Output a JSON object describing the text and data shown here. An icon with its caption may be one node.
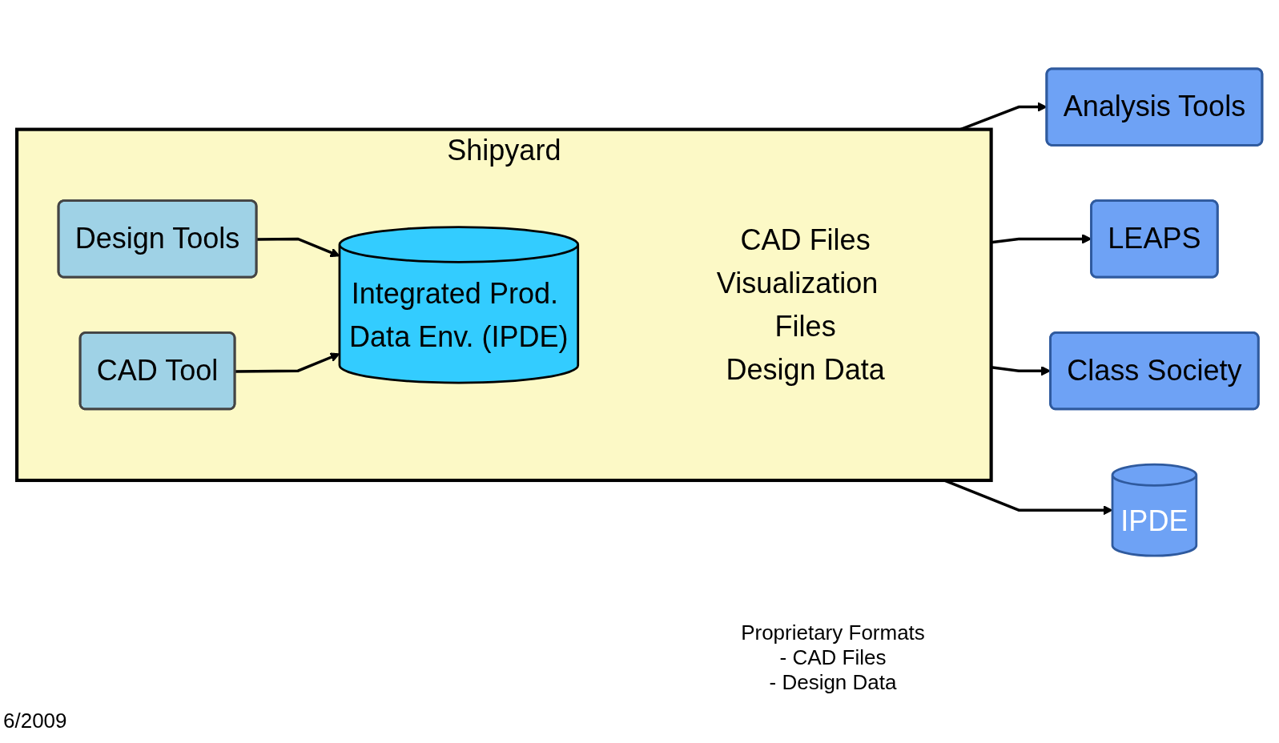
{
  "diagram": {
    "nodes": [
      {
        "text": [
          "Shipyard"
        ]
      },
      {
        "text": [
          "Design Tools"
        ],
        "in": 0
      },
      {
        "text": [
          "CAD Tool"
        ],
        "in": 0
      },
      {
        "text": [
          "Integrated Prod. Data Env. (IPDE)"
        ],
        "in": 0,
        "beside": [
          "CAD Files",
          "Visualization  Files",
          "Design Data"
        ]
      },
      {
        "text": [
          "Analysis Tools"
        ]
      },
      {
        "text": [
          "LEAPS"
        ]
      },
      {
        "text": [
          "Class Society"
        ]
      },
      {
        "text": [
          "IPDE"
        ]
      }
    ],
    "edges": [
      {
        "from": 1,
        "to": 3,
        "arrow": "to"
      },
      {
        "from": 2,
        "to": 3,
        "arrow": "to"
      },
      {
        "from": 0,
        "to": 4,
        "arrow": "to"
      },
      {
        "from": 0,
        "to": 5,
        "arrow": "to"
      },
      {
        "from": 0,
        "to": 6,
        "arrow": "to"
      },
      {
        "from": 0,
        "to": 7,
        "arrow": "to"
      }
    ],
    "labels": [
      "Proprietary Formats",
      "- CAD Files",
      "- Design Data",
      "6/2009"
    ]
  }
}
